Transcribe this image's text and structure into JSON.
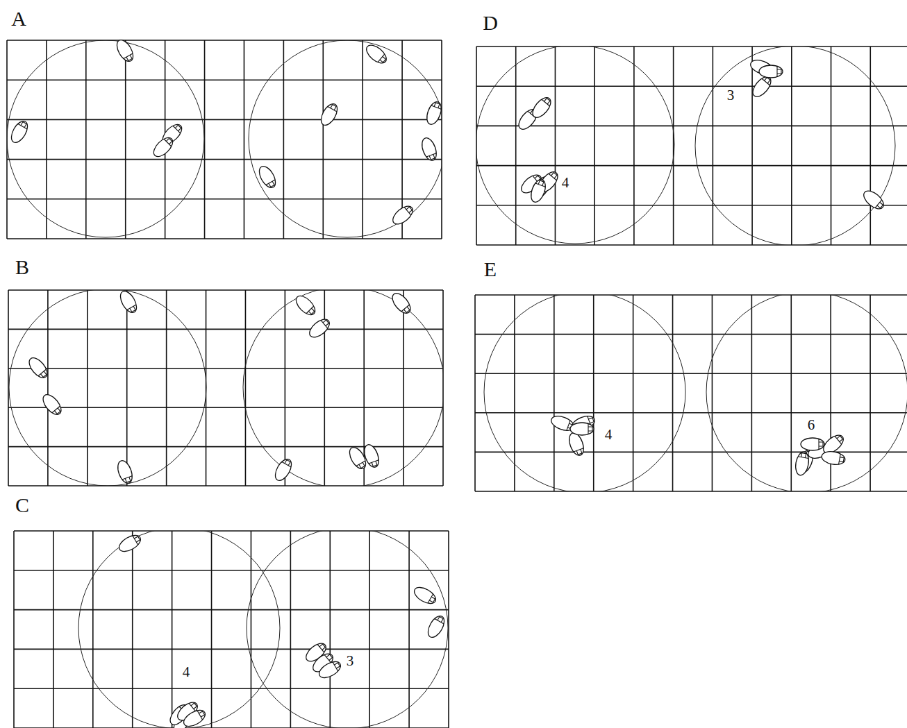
{
  "diagram": {
    "labels": [
      "A",
      "B",
      "C",
      "D",
      "E",
      "4",
      "3",
      "3",
      "4",
      "4",
      "6"
    ]
  }
}
